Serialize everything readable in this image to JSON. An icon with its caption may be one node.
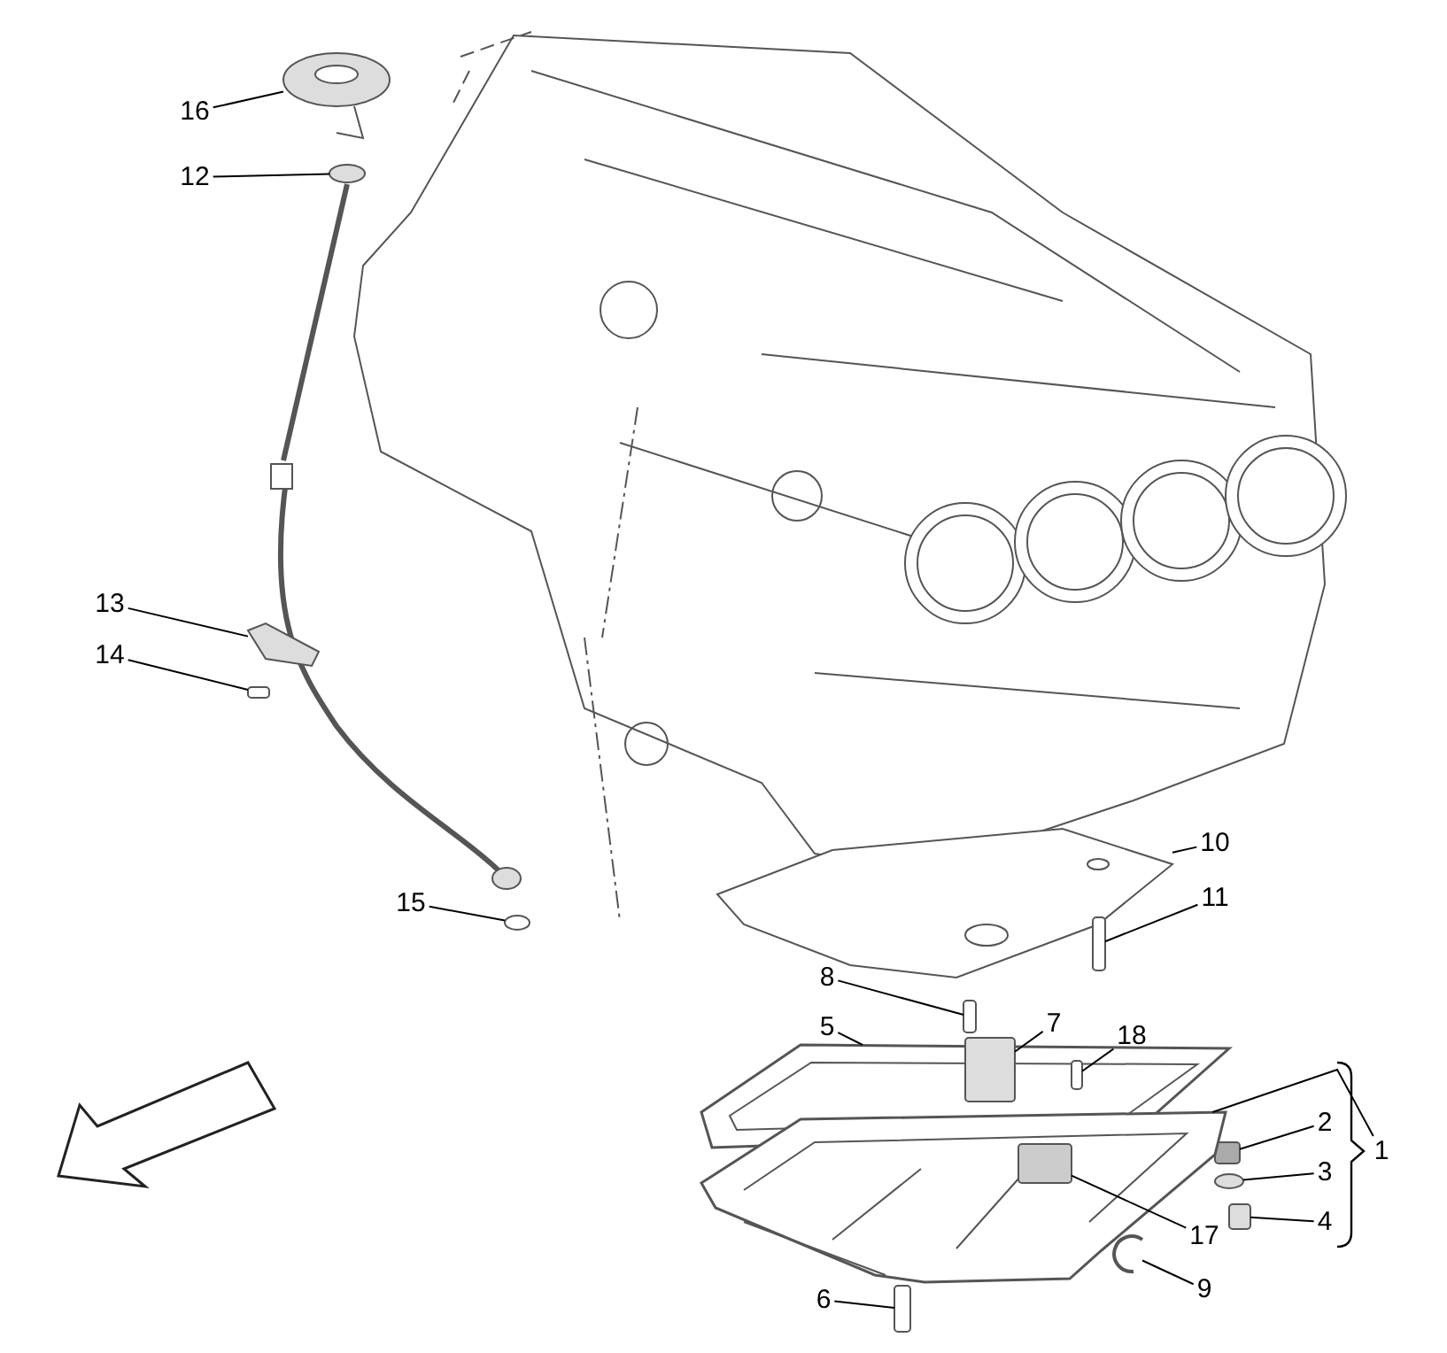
{
  "diagram": {
    "nodes": [
      {
        "text": [
          "16"
        ]
      },
      {
        "text": [
          "12"
        ]
      },
      {
        "text": [
          "13"
        ]
      },
      {
        "text": [
          "14"
        ]
      },
      {
        "text": [
          "15"
        ]
      },
      {
        "text": [
          "10"
        ]
      },
      {
        "text": [
          "11"
        ]
      },
      {
        "text": [
          "8"
        ]
      },
      {
        "text": [
          "5"
        ]
      },
      {
        "text": [
          "7"
        ]
      },
      {
        "text": [
          "18"
        ]
      },
      {
        "text": [
          "2"
        ]
      },
      {
        "text": [
          "3"
        ]
      },
      {
        "text": [
          "1"
        ]
      },
      {
        "text": [
          "4"
        ]
      },
      {
        "text": [
          "17"
        ]
      },
      {
        "text": [
          "9"
        ]
      },
      {
        "text": [
          "6"
        ]
      },
      {
        "text": [],
        "shape": "picture"
      },
      {
        "text": [],
        "shape": "circle"
      },
      {
        "text": [],
        "shape": "picture"
      },
      {
        "text": [],
        "shape": "box"
      },
      {
        "text": [],
        "shape": "circle"
      },
      {
        "text": [],
        "shape": "picture"
      },
      {
        "text": [],
        "shape": "box"
      },
      {
        "text": [],
        "shape": "box"
      },
      {
        "text": [],
        "shape": "picture"
      },
      {
        "text": [],
        "shape": "box"
      },
      {
        "text": [],
        "shape": "box",
        "in": 26
      },
      {
        "text": [],
        "shape": "box"
      },
      {
        "text": [],
        "shape": "circle"
      },
      {
        "text": [],
        "shape": "picture"
      },
      {
        "text": [],
        "shape": "box"
      },
      {
        "text": [],
        "shape": "box",
        "in": 31
      },
      {
        "text": [],
        "shape": "picture"
      },
      {
        "text": [],
        "shape": "box"
      }
    ],
    "edges": [
      {
        "from": 0,
        "to": 18,
        "arrow": "none"
      },
      {
        "from": 1,
        "to": 19,
        "arrow": "none"
      },
      {
        "from": 2,
        "to": 20,
        "arrow": "none"
      },
      {
        "from": 3,
        "to": 21,
        "arrow": "none"
      },
      {
        "from": 4,
        "to": 22,
        "arrow": "none"
      },
      {
        "from": 5,
        "to": 23,
        "arrow": "none"
      },
      {
        "from": 6,
        "to": 24,
        "arrow": "none"
      },
      {
        "from": 7,
        "to": 25,
        "arrow": "none"
      },
      {
        "from": 8,
        "to": 26,
        "arrow": "none"
      },
      {
        "from": 9,
        "to": 27,
        "arrow": "none"
      },
      {
        "from": 10,
        "to": 28,
        "arrow": "none"
      },
      {
        "from": 11,
        "to": 29,
        "arrow": "none"
      },
      {
        "from": 12,
        "to": 30,
        "arrow": "none"
      },
      {
        "from": 13,
        "to": 31,
        "arrow": "none"
      },
      {
        "from": 14,
        "to": 32,
        "arrow": "none"
      },
      {
        "from": 15,
        "to": 33,
        "arrow": "none"
      },
      {
        "from": 16,
        "to": 34,
        "arrow": "none"
      },
      {
        "from": 17,
        "to": 35,
        "arrow": "none"
      }
    ]
  }
}
